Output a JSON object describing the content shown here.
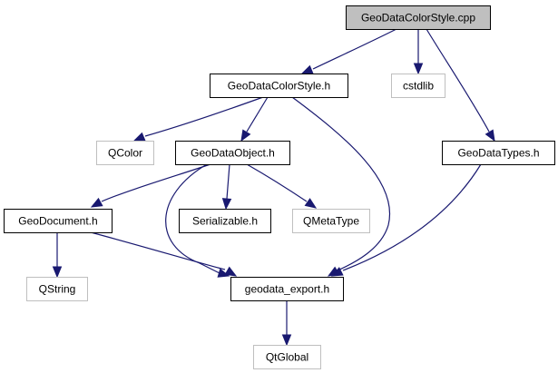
{
  "diagram": {
    "title": "Include dependency graph for GeoDataColorStyle.cpp",
    "colors": {
      "edge": "#191970",
      "root_fill": "#bfbfbf",
      "documented_border": "#000000",
      "external_border": "#bfbfbf"
    },
    "nodes": [
      {
        "id": "GeoDataColorStyle.cpp",
        "label": "GeoDataColorStyle.cpp",
        "kind": "root"
      },
      {
        "id": "GeoDataColorStyle.h",
        "label": "GeoDataColorStyle.h",
        "kind": "documented"
      },
      {
        "id": "cstdlib",
        "label": "cstdlib",
        "kind": "external"
      },
      {
        "id": "GeoDataTypes.h",
        "label": "GeoDataTypes.h",
        "kind": "documented"
      },
      {
        "id": "QColor",
        "label": "QColor",
        "kind": "external"
      },
      {
        "id": "GeoDataObject.h",
        "label": "GeoDataObject.h",
        "kind": "documented"
      },
      {
        "id": "GeoDocument.h",
        "label": "GeoDocument.h",
        "kind": "documented"
      },
      {
        "id": "Serializable.h",
        "label": "Serializable.h",
        "kind": "documented"
      },
      {
        "id": "QMetaType",
        "label": "QMetaType",
        "kind": "external"
      },
      {
        "id": "QString",
        "label": "QString",
        "kind": "external"
      },
      {
        "id": "geodata_export.h",
        "label": "geodata_export.h",
        "kind": "documented"
      },
      {
        "id": "QtGlobal",
        "label": "QtGlobal",
        "kind": "external"
      }
    ],
    "edges": [
      {
        "from": "GeoDataColorStyle.cpp",
        "to": "GeoDataColorStyle.h"
      },
      {
        "from": "GeoDataColorStyle.cpp",
        "to": "cstdlib"
      },
      {
        "from": "GeoDataColorStyle.cpp",
        "to": "GeoDataTypes.h"
      },
      {
        "from": "GeoDataColorStyle.h",
        "to": "QColor"
      },
      {
        "from": "GeoDataColorStyle.h",
        "to": "GeoDataObject.h"
      },
      {
        "from": "GeoDataColorStyle.h",
        "to": "geodata_export.h"
      },
      {
        "from": "GeoDataObject.h",
        "to": "GeoDocument.h"
      },
      {
        "from": "GeoDataObject.h",
        "to": "Serializable.h"
      },
      {
        "from": "GeoDataObject.h",
        "to": "QMetaType"
      },
      {
        "from": "GeoDataObject.h",
        "to": "geodata_export.h"
      },
      {
        "from": "GeoDocument.h",
        "to": "QString"
      },
      {
        "from": "GeoDocument.h",
        "to": "geodata_export.h"
      },
      {
        "from": "GeoDataTypes.h",
        "to": "geodata_export.h"
      },
      {
        "from": "geodata_export.h",
        "to": "QtGlobal"
      }
    ]
  }
}
